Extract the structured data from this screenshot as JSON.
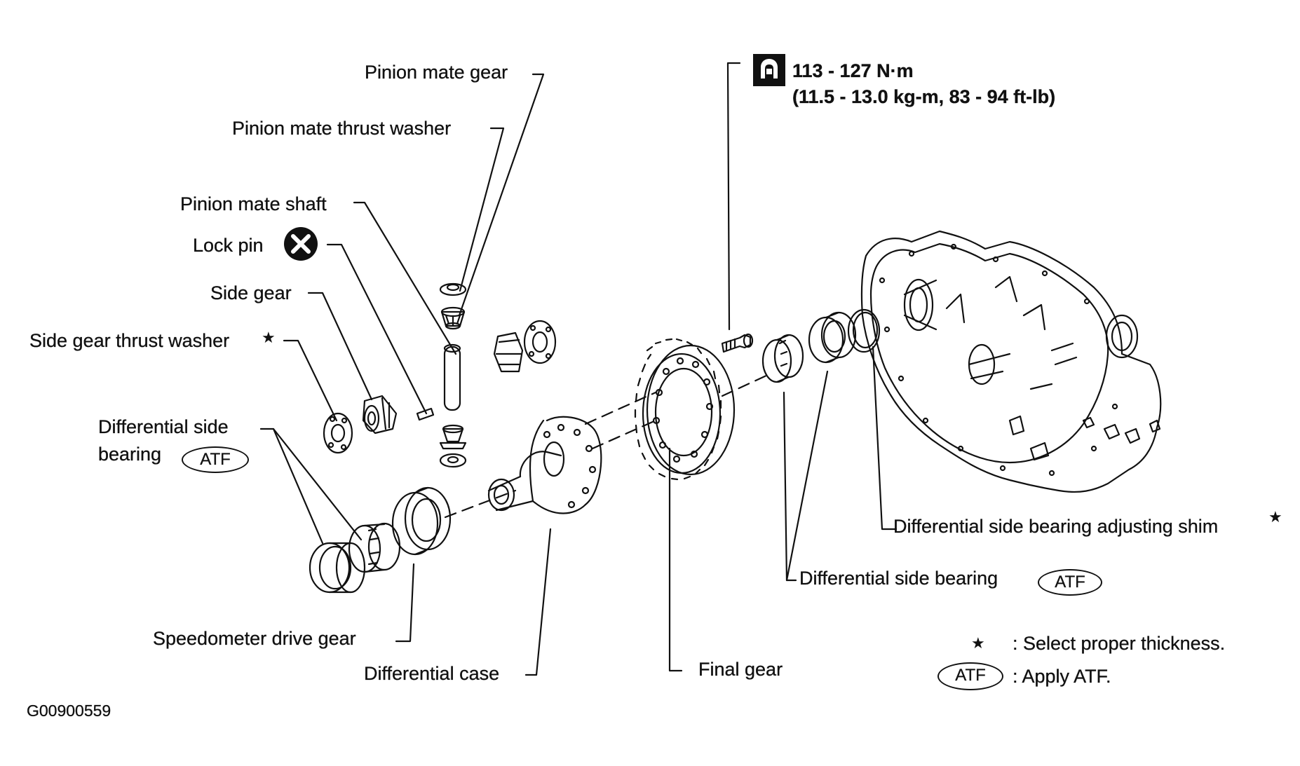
{
  "labels": {
    "pinion_mate_gear": "Pinion mate gear",
    "pinion_mate_thrust_washer": "Pinion mate thrust washer",
    "pinion_mate_shaft": "Pinion mate shaft",
    "lock_pin": "Lock pin",
    "side_gear": "Side gear",
    "side_gear_thrust_washer": "Side gear thrust washer",
    "differential_side_bearing_line1": "Differential side",
    "differential_side_bearing_line2": "bearing",
    "speedometer_drive_gear": "Speedometer drive gear",
    "differential_case": "Differential case",
    "final_gear": "Final gear",
    "differential_side_bearing_right": "Differential side bearing",
    "adjusting_shim": "Differential side bearing adjusting shim"
  },
  "torque": {
    "value": "113 - 127 N·m",
    "conversion": "(11.5 - 13.0 kg-m, 83 - 94 ft-lb)"
  },
  "badges": {
    "atf": "ATF"
  },
  "symbols": {
    "star": "★"
  },
  "legend": {
    "star_text": ": Select proper thickness.",
    "atf_text": ": Apply ATF."
  },
  "figure_id": "G00900559",
  "icons": [
    "wrench-torque-icon",
    "do-not-reuse-icon",
    "star-icon"
  ]
}
